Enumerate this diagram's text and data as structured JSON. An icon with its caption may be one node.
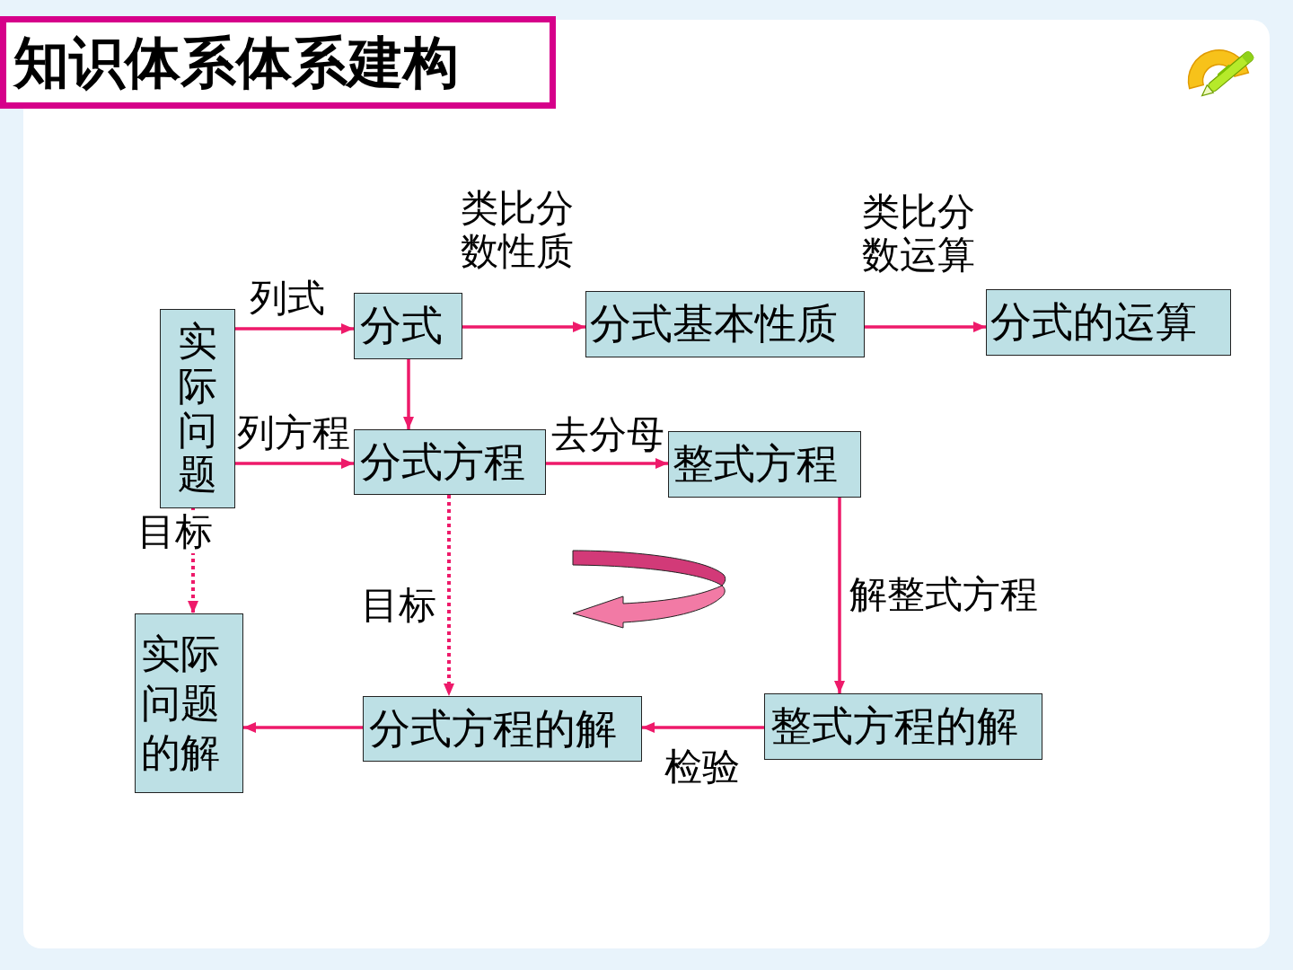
{
  "diagram": {
    "title": "知识体系体系建构",
    "nodes": [
      {
        "text": [
          "实际问题"
        ]
      },
      {
        "text": [
          "分式"
        ]
      },
      {
        "text": [
          "分式基本性质"
        ]
      },
      {
        "text": [
          "分式的运算"
        ]
      },
      {
        "text": [
          "分式方程"
        ]
      },
      {
        "text": [
          "整式方程"
        ]
      },
      {
        "text": [
          "实际问题的解"
        ]
      },
      {
        "text": [
          "分式方程的解"
        ]
      },
      {
        "text": [
          "整式方程的解"
        ]
      }
    ],
    "edges": [
      {
        "from": 0,
        "to": 1,
        "arrow": "to",
        "label": "列式"
      },
      {
        "from": 1,
        "to": 2,
        "arrow": "to",
        "label": "类比分数性质"
      },
      {
        "from": 2,
        "to": 3,
        "arrow": "to",
        "label": "类比分数运算"
      },
      {
        "from": 1,
        "to": 4,
        "arrow": "to"
      },
      {
        "from": 0,
        "to": 4,
        "arrow": "to",
        "label": "列方程"
      },
      {
        "from": 4,
        "to": 5,
        "arrow": "to",
        "label": "去分母"
      },
      {
        "from": 0,
        "to": 6,
        "arrow": "to",
        "label": "目标",
        "style": "dashed"
      },
      {
        "from": 4,
        "to": 7,
        "arrow": "to",
        "label": "目标",
        "style": "dashed"
      },
      {
        "from": 5,
        "to": 8,
        "arrow": "to",
        "label": "解整式方程"
      },
      {
        "from": 8,
        "to": 7,
        "arrow": "to",
        "label": "检验"
      },
      {
        "from": 7,
        "to": 6,
        "arrow": "to"
      }
    ]
  }
}
